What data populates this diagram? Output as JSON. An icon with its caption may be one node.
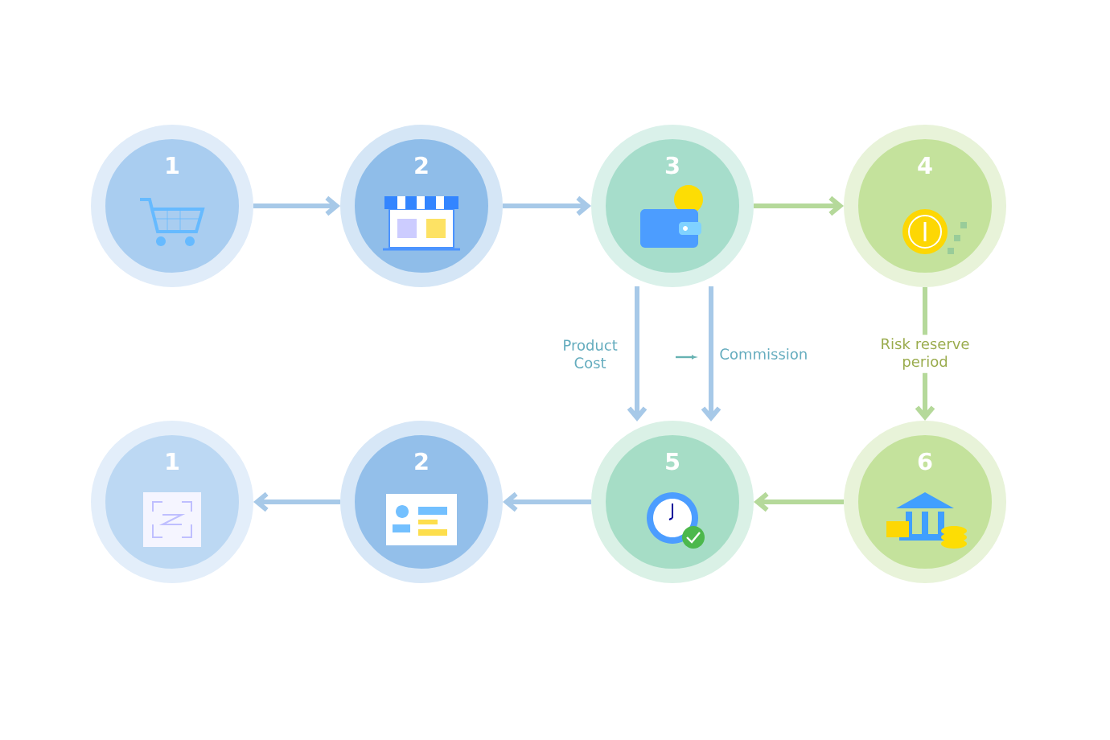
{
  "diagram": {
    "nodes": [
      {
        "text": [
          "1"
        ]
      },
      {
        "text": [
          "2"
        ]
      },
      {
        "text": [
          "3"
        ]
      },
      {
        "text": [
          "4"
        ]
      },
      {
        "text": [
          "1"
        ]
      },
      {
        "text": [
          "2"
        ]
      },
      {
        "text": [
          "5"
        ]
      },
      {
        "text": [
          "6"
        ]
      }
    ],
    "edges": [
      {
        "from": 0,
        "to": 1,
        "arrow": "to"
      },
      {
        "from": 1,
        "to": 2,
        "arrow": "to"
      },
      {
        "from": 2,
        "to": 3,
        "arrow": "to",
        "color": "#b5d99a"
      },
      {
        "from": 2,
        "to": 6,
        "arrow": "to",
        "label": "Product Cost"
      },
      {
        "from": 2,
        "to": 6,
        "arrow": "to",
        "label": "Commission"
      },
      {
        "from": 3,
        "to": 7,
        "arrow": "to",
        "label": "Risk reserve period",
        "color": "#b5d99a"
      },
      {
        "from": 7,
        "to": 6,
        "arrow": "to",
        "color": "#b5d99a"
      },
      {
        "from": 6,
        "to": 5,
        "arrow": "to"
      },
      {
        "from": 5,
        "to": 4,
        "arrow": "to"
      }
    ]
  }
}
